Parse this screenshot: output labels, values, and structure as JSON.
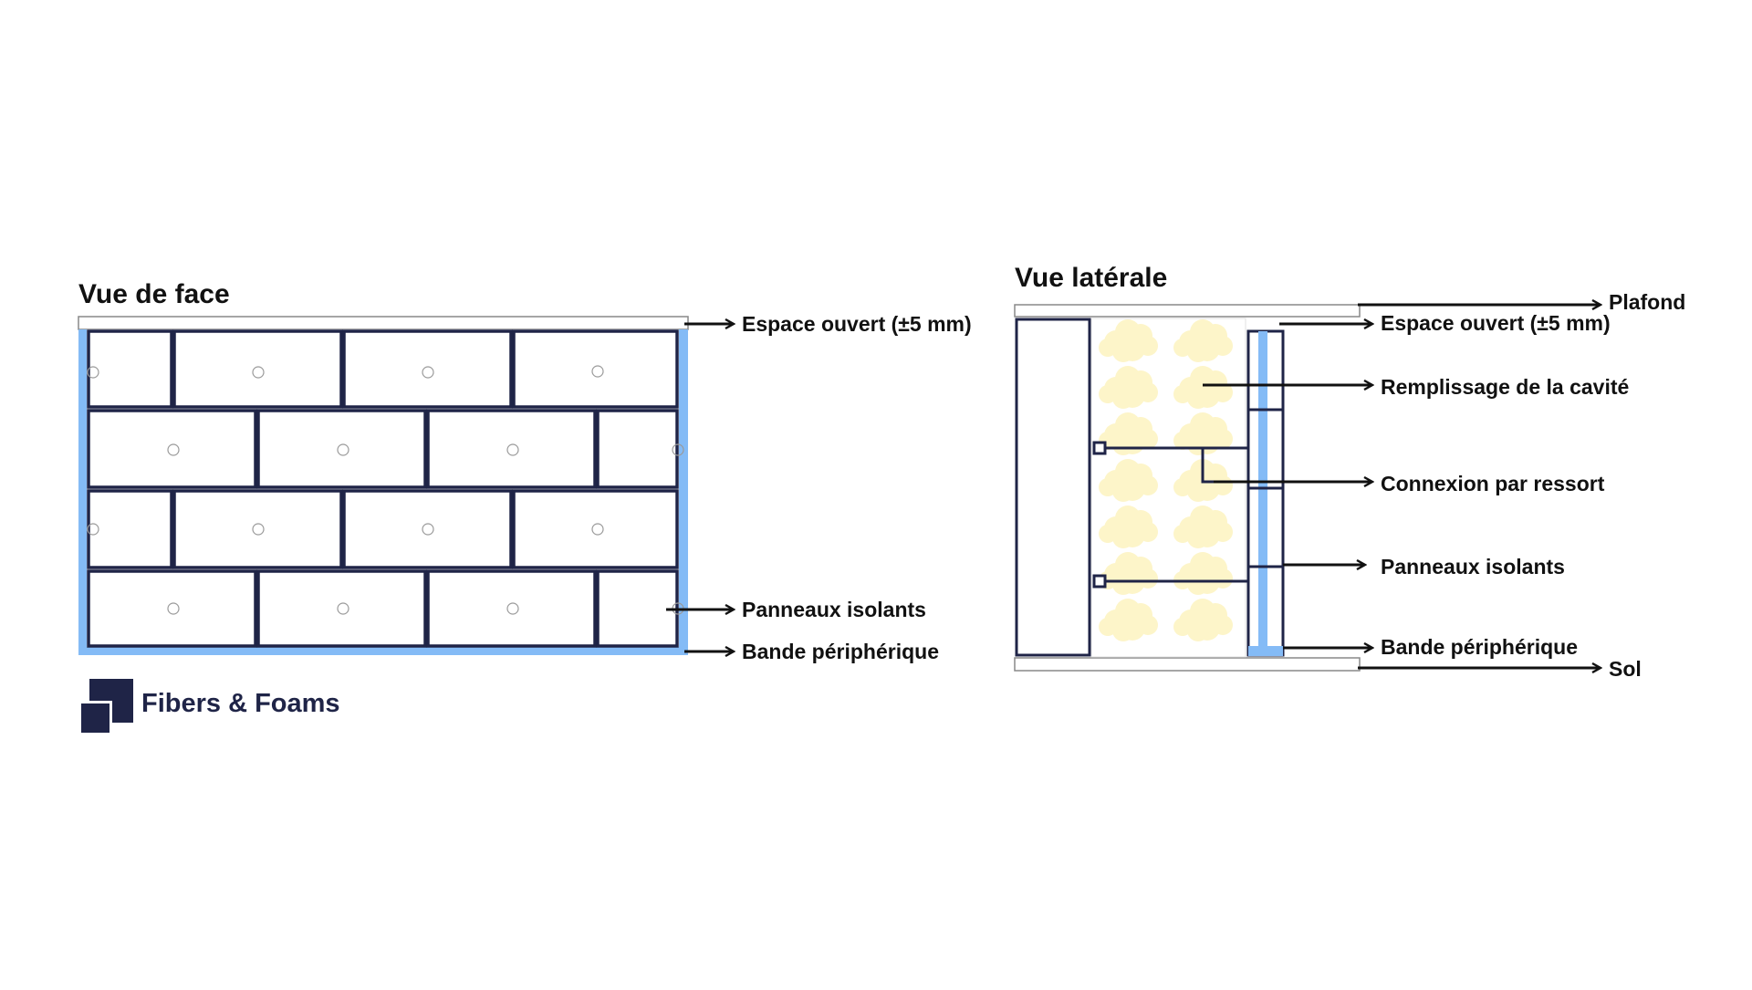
{
  "front_view": {
    "title": "Vue de face",
    "labels": {
      "open_gap": "Espace ouvert (±5 mm)",
      "insulation_panels": "Panneaux isolants",
      "perimeter_strip": "Bande périphérique"
    }
  },
  "side_view": {
    "title": "Vue latérale",
    "labels": {
      "ceiling": "Plafond",
      "open_gap": "Espace ouvert (±5 mm)",
      "cavity_fill": "Remplissage de la cavité",
      "spring_connection": "Connexion par ressort",
      "insulation_panels": "Panneaux isolants",
      "perimeter_strip": "Bande périphérique",
      "floor": "Sol"
    }
  },
  "brand": {
    "name": "Fibers & Foams"
  },
  "colors": {
    "navy": "#1f2447",
    "perimeter_blue": "#84bbf6",
    "cavity_fill": "#fdf5c9",
    "gap_outline": "#888888",
    "text": "#111111"
  },
  "icons": {
    "logo": "stacked-squares-logo",
    "callout": "arrow-right-icon"
  }
}
